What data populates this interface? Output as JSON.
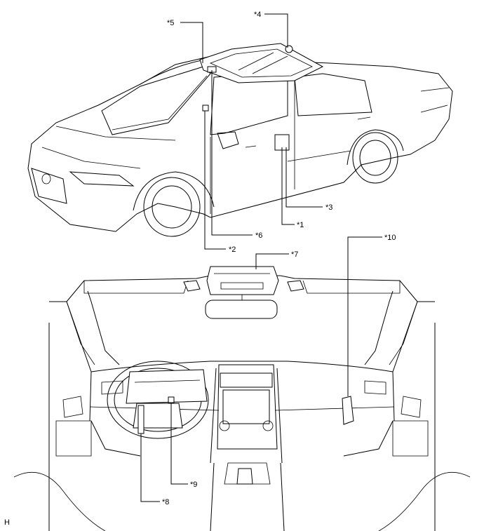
{
  "callouts": {
    "c1": "*1",
    "c2": "*2",
    "c3": "*3",
    "c4": "*4",
    "c5": "*5",
    "c6": "*6",
    "c7": "*7",
    "c8": "*8",
    "c9": "*9",
    "c10": "*10"
  },
  "footer": {
    "code": "H"
  }
}
